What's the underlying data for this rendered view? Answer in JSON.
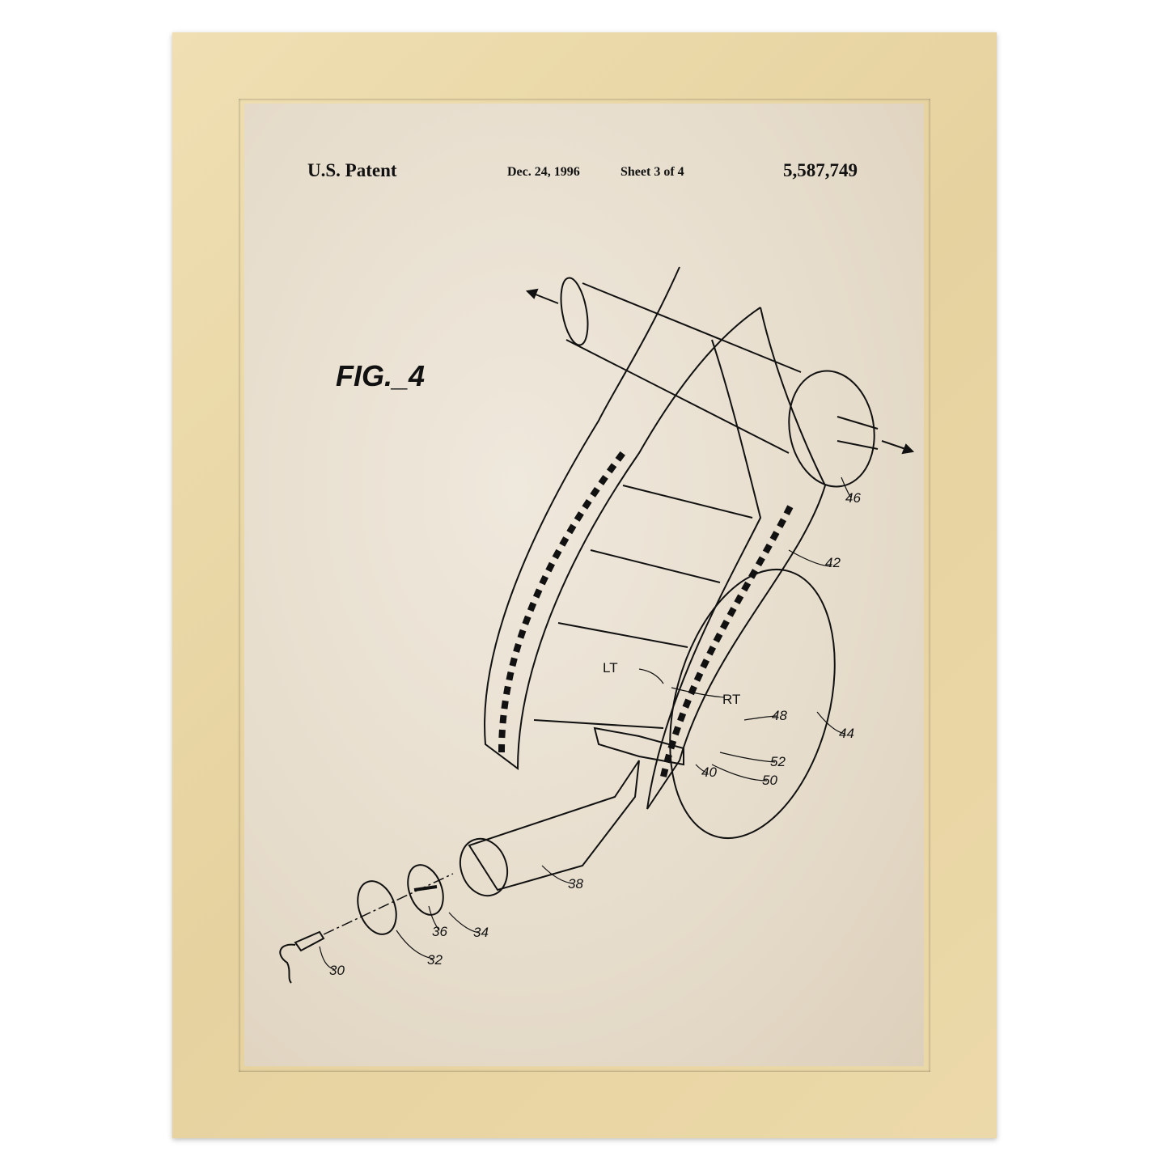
{
  "header": {
    "left": "U.S. Patent",
    "date": "Dec. 24, 1996",
    "sheet": "Sheet 3 of 4",
    "number": "5,587,749"
  },
  "figure_label": "FIG._4",
  "refs": {
    "r46": "46",
    "r42": "42",
    "lt": "LT",
    "rt": "RT",
    "r48": "48",
    "r44": "44",
    "r52": "52",
    "r40": "40",
    "r50": "50",
    "r38": "38",
    "r36": "36",
    "r34": "34",
    "r32": "32",
    "r30": "30"
  },
  "colors": {
    "frame": "#e9d6a5",
    "paper": "#e9e0d0",
    "ink": "#111111"
  }
}
